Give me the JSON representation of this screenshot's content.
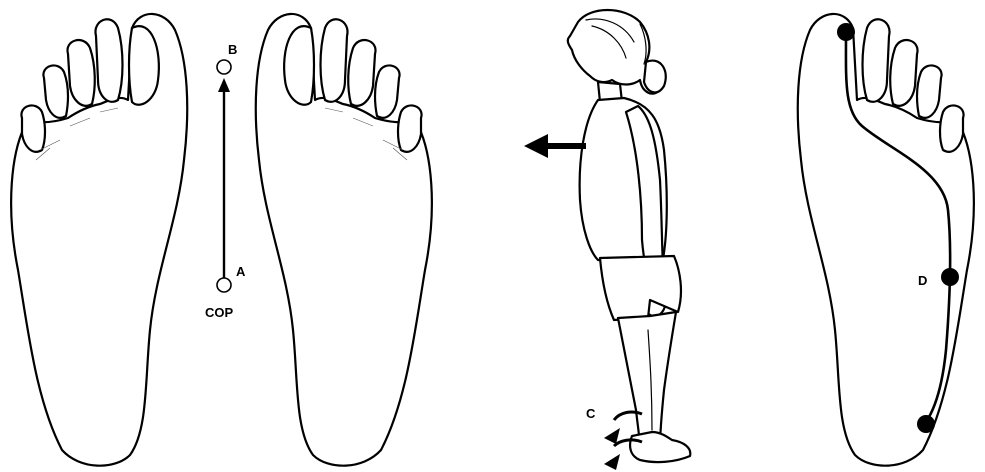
{
  "labels": {
    "a": "A",
    "b": "B",
    "cop": "COP",
    "c": "C",
    "d": "D"
  },
  "colors": {
    "ink": "#000000",
    "background": "#ffffff"
  }
}
